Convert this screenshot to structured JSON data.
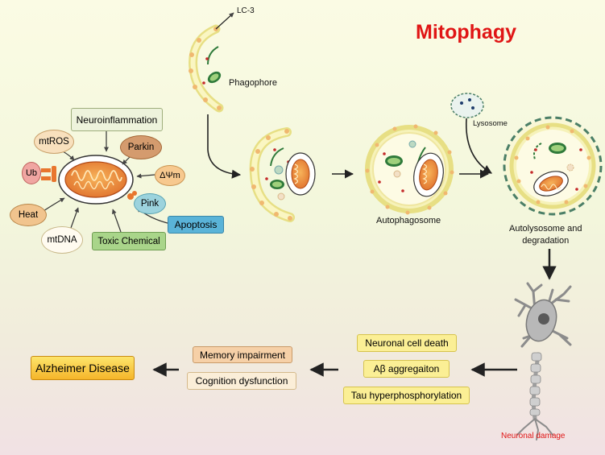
{
  "title": "Mitophagy",
  "labels": {
    "lc3": "LC-3",
    "phagophore": "Phagophore",
    "lysosome": "Lysosome",
    "autophagosome": "Autophagosome",
    "autolysosome": "Autolysosome and\ndegradation",
    "neuronal_damage": "Neuronal damage"
  },
  "factors": {
    "neuroinflammation": "Neuroinflammation",
    "mtros": "mtROS",
    "parkin": "Parkin",
    "ub": "Ub",
    "delta_psi": "ΔΨm",
    "heat": "Heat",
    "pink": "Pink",
    "apoptosis": "Apoptosis",
    "mtdna": "mtDNA",
    "toxic": "Toxic Chemical"
  },
  "effects": {
    "cell_death": "Neuronal cell death",
    "abeta": "Aβ aggregaiton",
    "tau": "Tau hyperphosphorylation"
  },
  "outcomes": {
    "memory": "Memory impairment",
    "cognition": "Cognition dysfunction"
  },
  "disease": "Alzheimer Disease",
  "colors": {
    "title": "#e01515",
    "neuronal_damage": "#e01515"
  }
}
